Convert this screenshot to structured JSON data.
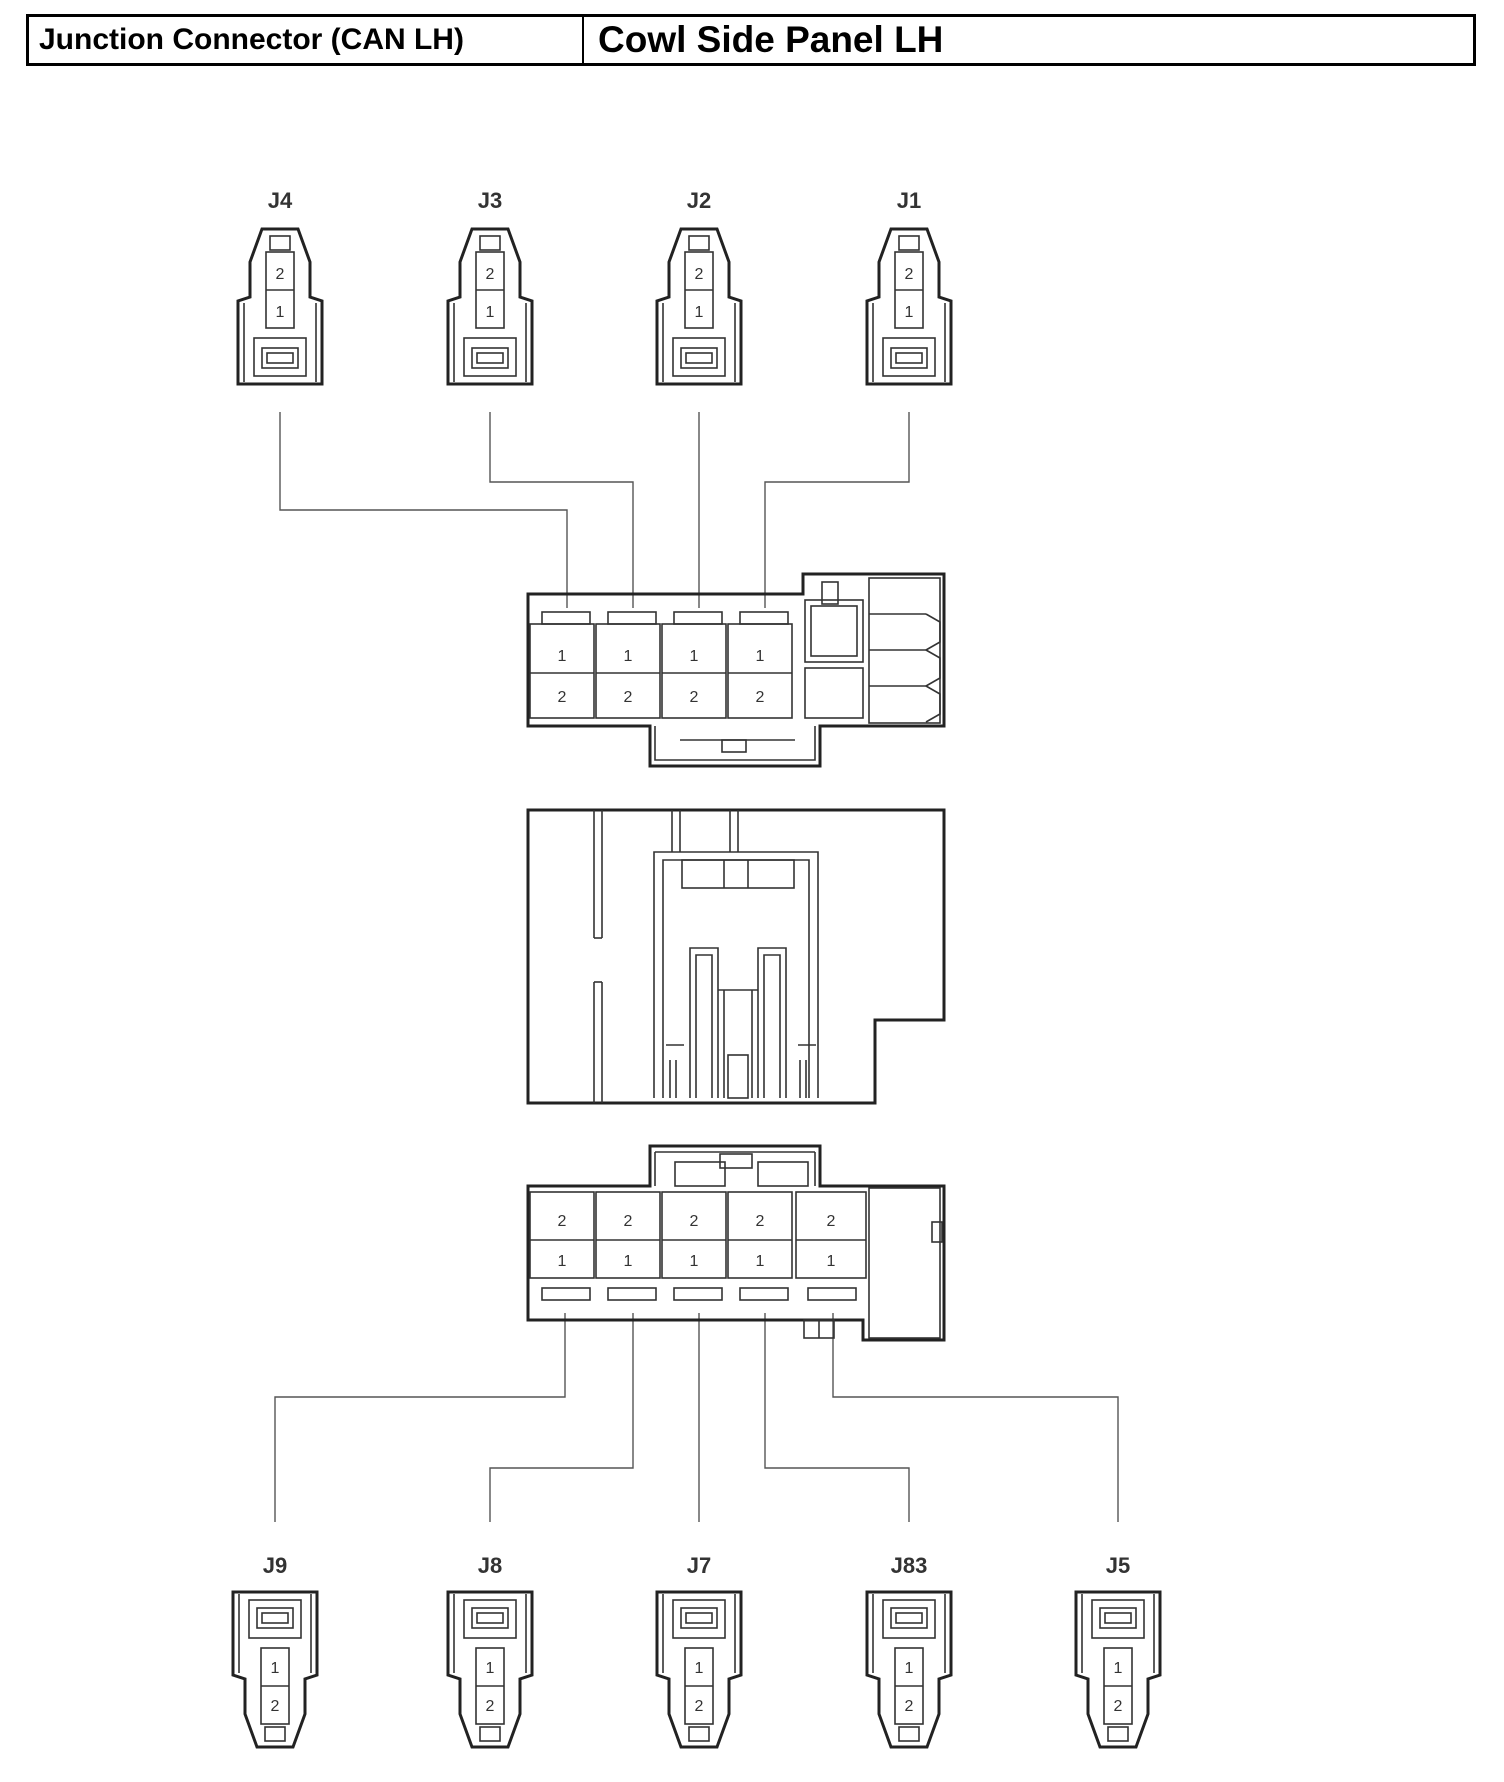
{
  "header": {
    "connector_name": "Junction Connector (CAN LH)",
    "location": "Cowl Side Panel LH"
  },
  "top_connectors": [
    {
      "id": "J4",
      "pins": [
        "2",
        "1"
      ]
    },
    {
      "id": "J3",
      "pins": [
        "2",
        "1"
      ]
    },
    {
      "id": "J2",
      "pins": [
        "2",
        "1"
      ]
    },
    {
      "id": "J1",
      "pins": [
        "2",
        "1"
      ]
    }
  ],
  "bottom_connectors": [
    {
      "id": "J9",
      "pins": [
        "1",
        "2"
      ]
    },
    {
      "id": "J8",
      "pins": [
        "1",
        "2"
      ]
    },
    {
      "id": "J7",
      "pins": [
        "1",
        "2"
      ]
    },
    {
      "id": "J83",
      "pins": [
        "1",
        "2"
      ]
    },
    {
      "id": "J5",
      "pins": [
        "1",
        "2"
      ]
    }
  ],
  "upper_block": {
    "cavities": [
      {
        "top": "1",
        "bottom": "2"
      },
      {
        "top": "1",
        "bottom": "2"
      },
      {
        "top": "1",
        "bottom": "2"
      },
      {
        "top": "1",
        "bottom": "2"
      }
    ]
  },
  "lower_block": {
    "cavities": [
      {
        "top": "2",
        "bottom": "1"
      },
      {
        "top": "2",
        "bottom": "1"
      },
      {
        "top": "2",
        "bottom": "1"
      },
      {
        "top": "2",
        "bottom": "1"
      },
      {
        "top": "2",
        "bottom": "1"
      }
    ]
  }
}
